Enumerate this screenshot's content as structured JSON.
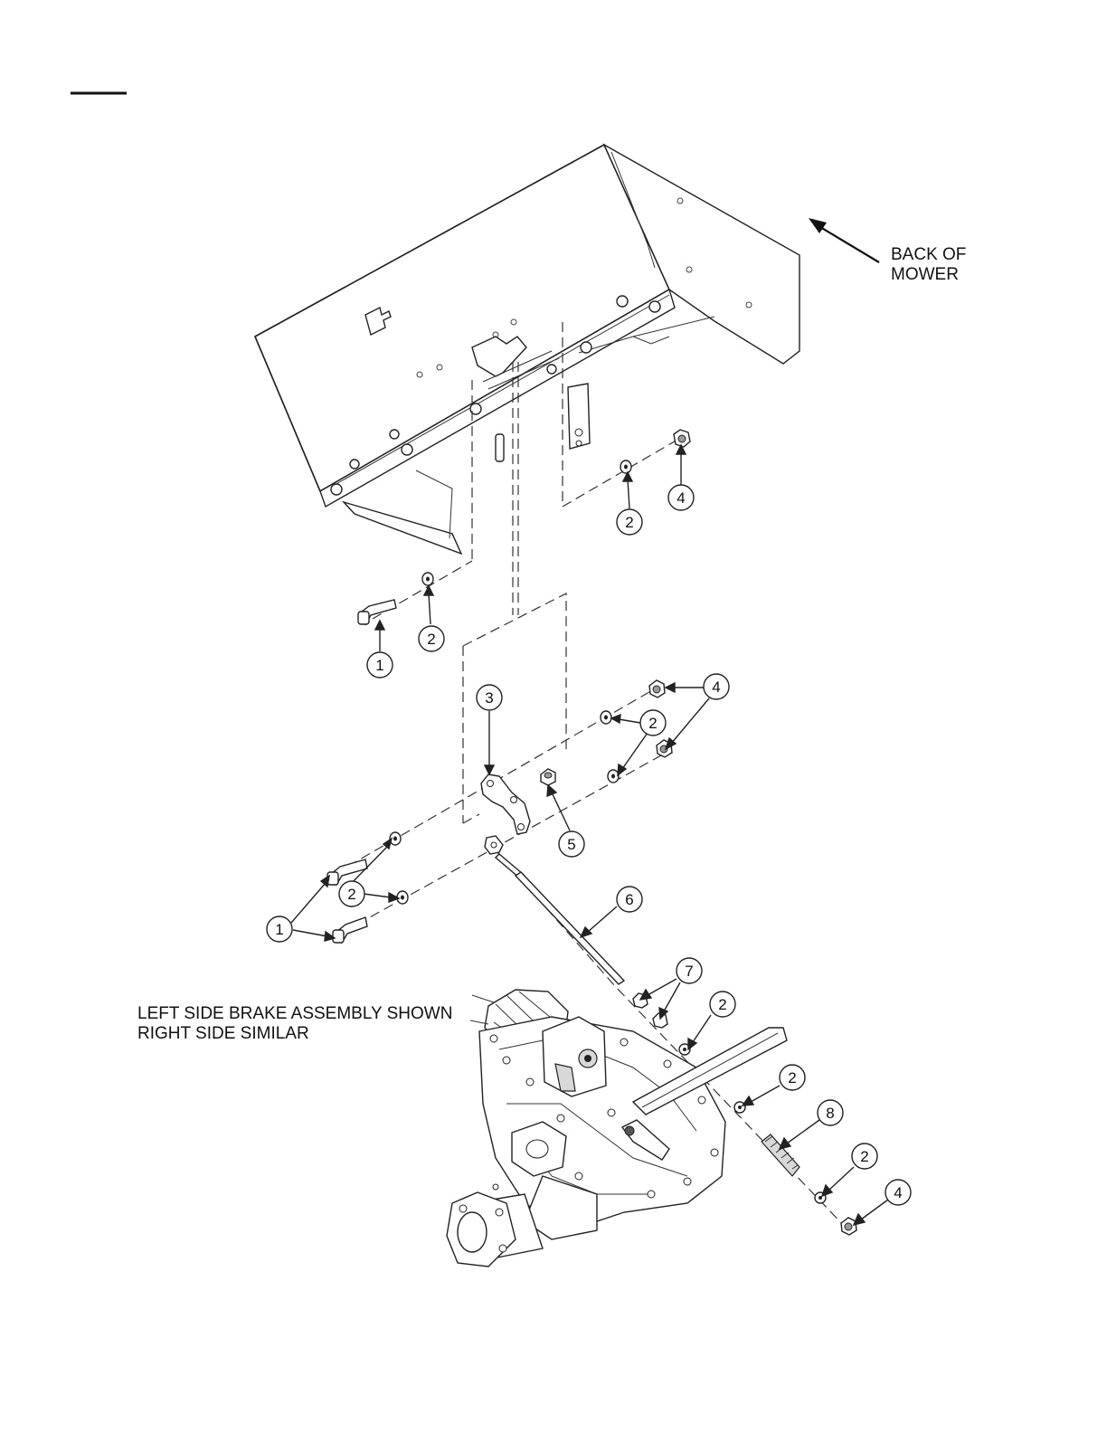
{
  "labels": {
    "back_of_mower_line1": "BACK OF",
    "back_of_mower_line2": "MOWER",
    "assembly_note_line1": "LEFT SIDE BRAKE ASSEMBLY SHOWN",
    "assembly_note_line2": "RIGHT SIDE SIMILAR"
  },
  "callouts": [
    "4",
    "2",
    "2",
    "1",
    "3",
    "4",
    "2",
    "5",
    "2",
    "1",
    "6",
    "7",
    "2",
    "2",
    "8",
    "2",
    "4"
  ]
}
